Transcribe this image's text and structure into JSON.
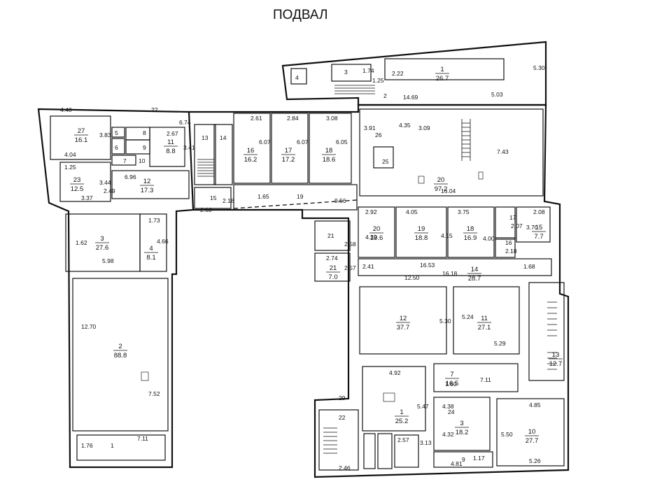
{
  "title": "ПОДВАЛ",
  "rooms": [
    {
      "id": "r27",
      "num": "27",
      "area": "16.1"
    },
    {
      "id": "r11",
      "num": "11",
      "area": "8.8"
    },
    {
      "id": "r12a",
      "num": "12",
      "area": "17.3"
    },
    {
      "id": "r23",
      "num": "23",
      "area": "12.5"
    },
    {
      "id": "r16",
      "num": "16",
      "area": "16.2"
    },
    {
      "id": "r17",
      "num": "17",
      "area": "17.2"
    },
    {
      "id": "r18",
      "num": "18",
      "area": "18.6"
    },
    {
      "id": "r20",
      "num": "20",
      "area": "97.2"
    },
    {
      "id": "r1top",
      "num": "1",
      "area": "26.7"
    },
    {
      "id": "r3a",
      "num": "3",
      "area": "27.6"
    },
    {
      "id": "r4a",
      "num": "4",
      "area": "8.1"
    },
    {
      "id": "r2",
      "num": "2",
      "area": "88.8"
    },
    {
      "id": "r20b",
      "num": "20",
      "area": "19.6"
    },
    {
      "id": "r19b",
      "num": "19",
      "area": "18.8"
    },
    {
      "id": "r18b",
      "num": "18",
      "area": "16.9"
    },
    {
      "id": "r15b",
      "num": "15",
      "area": "7.7"
    },
    {
      "id": "r14b",
      "num": "14",
      "area": "28.7"
    },
    {
      "id": "r21",
      "num": "21",
      "area": "7.0"
    },
    {
      "id": "r12b",
      "num": "12",
      "area": "37.7"
    },
    {
      "id": "r11b",
      "num": "11",
      "area": "27.1"
    },
    {
      "id": "r13b",
      "num": "13",
      "area": "12.7"
    },
    {
      "id": "r7b",
      "num": "7",
      "area": "16.5"
    },
    {
      "id": "r1b",
      "num": "1",
      "area": "25.2"
    },
    {
      "id": "r3b",
      "num": "3",
      "area": "18.2"
    },
    {
      "id": "r10b",
      "num": "10",
      "area": "27.7"
    }
  ],
  "labels": [
    "4.40",
    "22",
    "6.74",
    "3.83",
    "2.67",
    "4.04",
    "3.41",
    "1.25",
    "3.44",
    "6.96",
    "2.49",
    "3.37",
    "5",
    "6",
    "7",
    "8",
    "9",
    "10",
    "13",
    "14",
    "15",
    "2.18",
    "2.63",
    "2.61",
    "2.84",
    "3.08",
    "6.07",
    "6.07",
    "6.05",
    "1.65",
    "19",
    "9.56",
    "4",
    "3",
    "1.74",
    "2.22",
    "1.25",
    "2",
    "14.69",
    "5.03",
    "5.30",
    "3.91",
    "4.35",
    "3.09",
    "26",
    "25",
    "7.43",
    "16.04",
    "1.73",
    "1.62",
    "4.66",
    "5.98",
    "12.70",
    "7.52",
    "1.76",
    "1",
    "7.11",
    "2.92",
    "4.05",
    "3.75",
    "2.08",
    "4.32",
    "4.15",
    "4.00",
    "17",
    "2.07",
    "3.70",
    "16",
    "2.18",
    "21",
    "2.58",
    "2.74",
    "2.57",
    "2.41",
    "16.53",
    "16.18",
    "1.68",
    "12.50",
    "5.30",
    "5.24",
    "5.29",
    "4.92",
    "1.60",
    "7.11",
    "5.47",
    "24",
    "4.38",
    "4.85",
    "4.32",
    "5.50",
    "2.57",
    "3.13",
    "4.81",
    "1.17",
    "9",
    "5.26",
    "2.46",
    "22",
    "29"
  ]
}
